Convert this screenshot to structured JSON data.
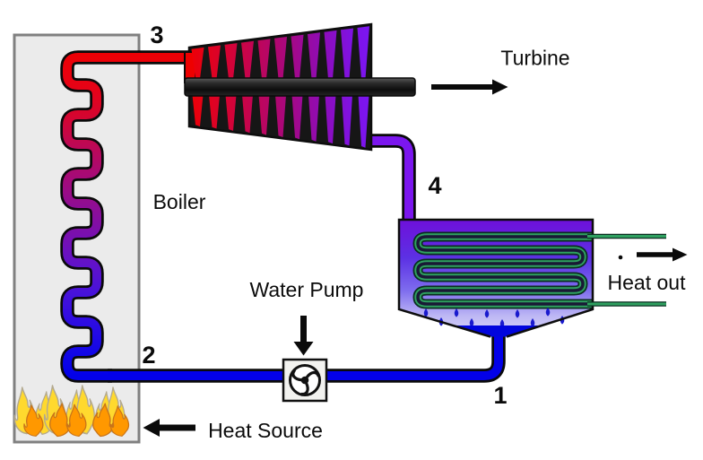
{
  "figure": {
    "kind": "rankine-cycle-schematic"
  },
  "labels": {
    "boiler": "Boiler",
    "turbine": "Turbine",
    "water_pump": "Water Pump",
    "heat_out": "Heat out",
    "heat_source": "Heat Source"
  },
  "states": {
    "s1": "1",
    "s2": "2",
    "s3": "3",
    "s4": "4"
  },
  "colors": {
    "hot_steam_red": "#ee0000",
    "condensate_blue": "#0301e8",
    "expanded_steam_purple": "#7b16ee",
    "coolant_coil_green": "#2fa060",
    "condenser_top_purple": "#6e10da",
    "flame_yellow": "#ffd92e",
    "flame_orange": "#ff9800",
    "boiler_fill_gray": "#ebebeb",
    "shaft_gray": "#2c2c2c"
  }
}
